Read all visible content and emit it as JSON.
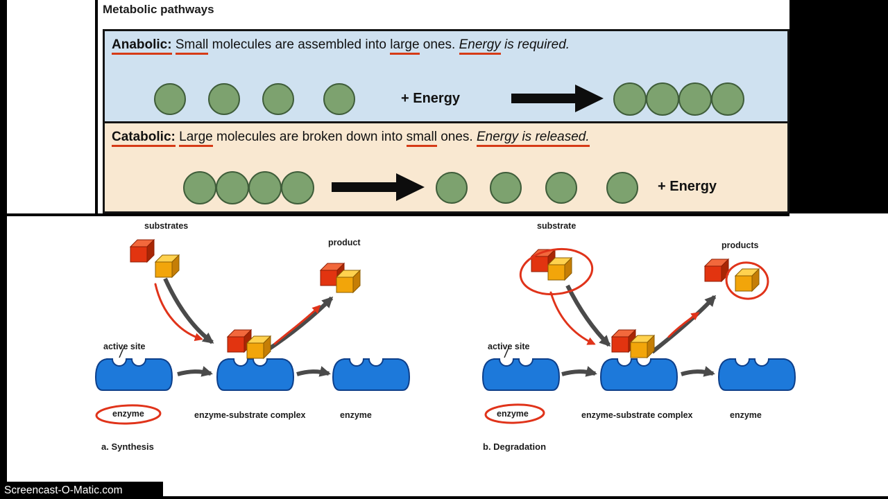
{
  "title": "Metabolic pathways",
  "anabolic": {
    "term": "Anabolic:",
    "sep": " ",
    "word_small": "Small",
    "mid": " molecules are assembled into ",
    "word_large": "large",
    "ones": " ones. ",
    "energy_word": "Energy",
    "energy_rest": " is required.",
    "plus_energy": "+ Energy"
  },
  "catabolic": {
    "term": "Catabolic:",
    "sep": " ",
    "word_large": "Large",
    "mid": " molecules are broken down into ",
    "word_small": "small",
    "ones": " ones. ",
    "energy_word": "Energy",
    "energy_rest": " is released.",
    "plus_energy": "+ Energy"
  },
  "synthesis": {
    "substrates": "substrates",
    "product": "product",
    "active_site": "active site",
    "enzyme": "enzyme",
    "complex": "enzyme-substrate complex",
    "enzyme_free": "enzyme",
    "caption": "a. Synthesis"
  },
  "degradation": {
    "substrate": "substrate",
    "products": "products",
    "active_site": "active site",
    "enzyme": "enzyme",
    "complex": "enzyme-substrate complex",
    "enzyme_free": "enzyme",
    "caption": "b. Degradation"
  },
  "watermark": "Screencast-O-Matic.com",
  "colors": {
    "anabolic_bg": "#cfe1f0",
    "catabolic_bg": "#f9e8d1",
    "molecule_green": "#7da26f",
    "enzyme_blue": "#1d79da",
    "cube_red": "#e23410",
    "cube_orange": "#f2a50a",
    "annotation_red": "#e0331a",
    "arrow_gray": "#4a4a4a"
  }
}
